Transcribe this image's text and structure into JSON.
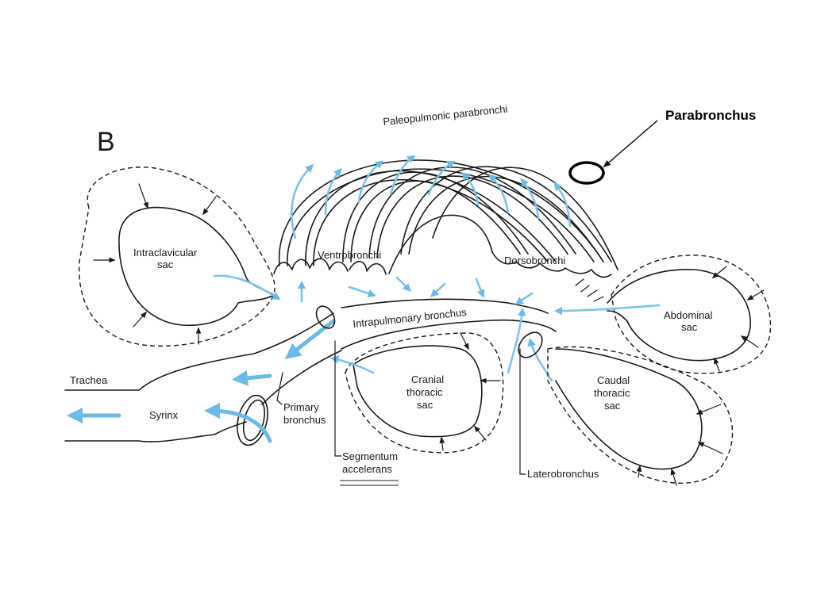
{
  "panel_letter": "B",
  "labels": {
    "paleopulmonic": "Paleopulmonic parabronchi",
    "parabronchus": "Parabronchus",
    "intraclavicular_1": "Intraclavicular",
    "intraclavicular_2": "sac",
    "ventrobronchi": "Ventrobronchi",
    "dorsobronchi": "Dorsobronchi",
    "intrapulmonary": "Intrapulmonary bronchus",
    "abdominal_1": "Abdominal",
    "abdominal_2": "sac",
    "cranial_1": "Cranial",
    "cranial_2": "thoracic",
    "cranial_3": "sac",
    "caudal_1": "Caudal",
    "caudal_2": "thoracic",
    "caudal_3": "sac",
    "trachea": "Trachea",
    "syrinx": "Syrinx",
    "primary_1": "Primary",
    "primary_2": "bronchus",
    "segmentum_1": "Segmentum",
    "segmentum_2": "accelerans",
    "laterobronchus": "Laterobronchus"
  },
  "colors": {
    "airflow": "#6bbbe6",
    "outline": "#1a1a1a"
  }
}
